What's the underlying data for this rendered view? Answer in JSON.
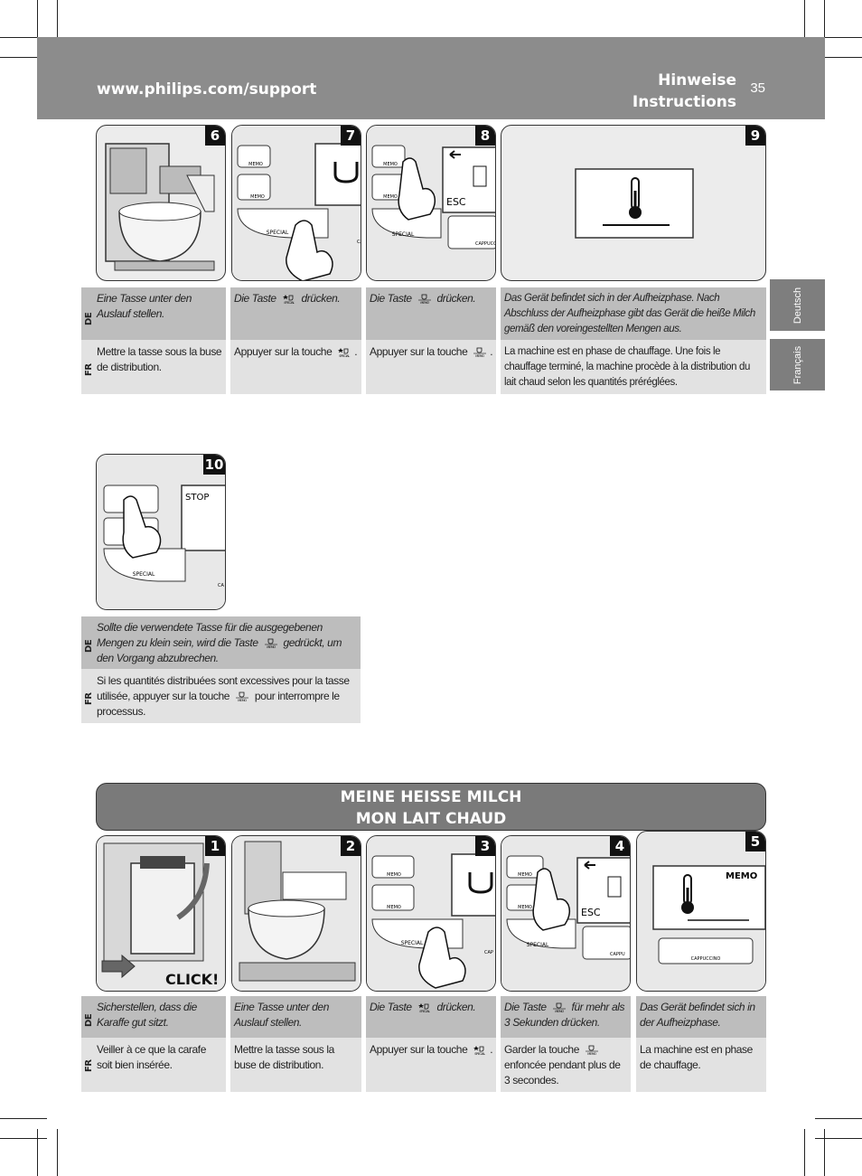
{
  "header": {
    "url": "www.philips.com/support",
    "title_line1": "Hinweise",
    "title_line2": "Instructions",
    "page_number": "35"
  },
  "side_tabs": [
    "Deutsch",
    "Français"
  ],
  "lang_codes": {
    "de": "DE",
    "fr": "FR"
  },
  "screen_labels": {
    "memo": "MEMO",
    "special": "SPECIAL",
    "cappuccino": "CAPPUCCINO",
    "cap": "CAP",
    "cappu": "CAPPU",
    "esc": "ESC",
    "stop": "STOP",
    "click": "CLICK!"
  },
  "section1": {
    "steps": [
      {
        "num": "6",
        "de": "Eine Tasse unter den Auslauf stellen.",
        "fr": "Mettre la tasse sous la buse de distribution."
      },
      {
        "num": "7",
        "de_pre": "Die Taste",
        "de_post": "drücken.",
        "fr_pre": "Appuyer sur la touche",
        "fr_post": "."
      },
      {
        "num": "8",
        "de_pre": "Die Taste",
        "de_post": "drücken.",
        "fr_pre": "Appuyer sur la touche",
        "fr_post": "."
      },
      {
        "num": "9",
        "de": "Das Gerät befindet sich in der Aufheizphase. Nach Abschluss der Aufheizphase gibt das Gerät die heiße Milch gemäß den voreingestellten Mengen aus.",
        "fr": "La machine est en phase de chauffage. Une fois le chauffage terminé, la machine procède à la distribution du lait chaud selon les quantités préréglées."
      }
    ],
    "step10": {
      "num": "10",
      "de_pre": "Sollte die verwendete Tasse für die ausgegebenen Mengen zu klein sein, wird die Taste",
      "de_post": "gedrückt, um den Vorgang abzubrechen.",
      "fr_pre": "Si les quantités distribuées sont excessives pour la tasse utilisée, appuyer sur la touche",
      "fr_post": "pour interrompre le processus."
    }
  },
  "banner": {
    "line1": "MEINE HEISSE MILCH",
    "line2": "MON LAIT CHAUD"
  },
  "section2": {
    "steps": [
      {
        "num": "1",
        "de": "Sicherstellen, dass die Karaffe gut sitzt.",
        "fr": "Veiller à ce que la carafe soit bien insérée."
      },
      {
        "num": "2",
        "de": "Eine Tasse unter den Auslauf stellen.",
        "fr": "Mettre la tasse sous la buse de distribution."
      },
      {
        "num": "3",
        "de_pre": "Die Taste",
        "de_post": "drücken.",
        "fr_pre": "Appuyer sur la touche",
        "fr_post": "."
      },
      {
        "num": "4",
        "de_pre": "Die Taste",
        "de_post": "für mehr als 3 Sekunden drücken.",
        "fr_pre": "Garder la touche",
        "fr_post": "enfoncée pendant plus de 3 secondes."
      },
      {
        "num": "5",
        "de": "Das Gerät befindet sich in der Aufheizphase.",
        "fr": "La machine est en phase de chauffage."
      }
    ]
  }
}
